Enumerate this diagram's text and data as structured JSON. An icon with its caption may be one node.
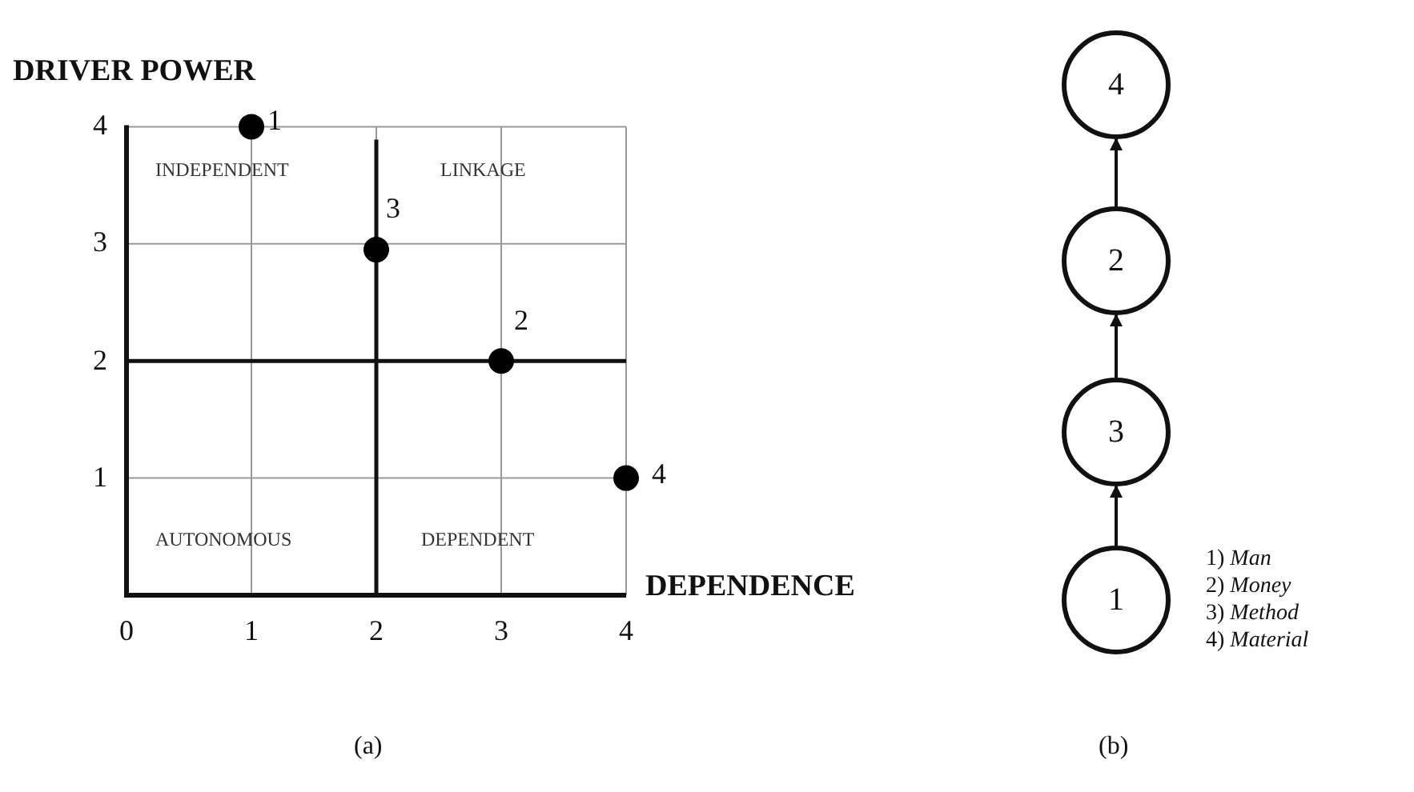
{
  "diagram": {
    "nodes": [
      {
        "text": [
          "4"
        ]
      },
      {
        "text": [
          "2"
        ]
      },
      {
        "text": [
          "3"
        ]
      },
      {
        "text": [
          "1"
        ]
      }
    ],
    "edges": [
      {
        "from": 3,
        "to": 2,
        "arrow": "to"
      },
      {
        "from": 2,
        "to": 1,
        "arrow": "to"
      },
      {
        "from": 1,
        "to": 0,
        "arrow": "to"
      }
    ],
    "labels": [
      "1) *Man*",
      "2) *Money*",
      "3) *Method*",
      "4) *Material*",
      "(a)",
      "(b)"
    ],
    "chart_data": {
      "type": "scatter",
      "xlabel": "DEPENDENCE",
      "ylabel": "DRIVER POWER",
      "x": [
        1,
        3,
        2,
        4
      ],
      "values": [
        4,
        2,
        2.95,
        1
      ],
      "xlim": [
        0,
        4
      ],
      "ylim": [
        0,
        4
      ],
      "xticks": [
        0,
        1,
        2,
        3,
        4
      ],
      "yticks": [
        1,
        2,
        3,
        4
      ],
      "annotations": [
        {
          "x": 1,
          "y": 4,
          "text": "1"
        },
        "INDEPENDENT",
        "LINKAGE",
        {
          "x": 2,
          "y": 2.95,
          "text": "3"
        },
        {
          "x": 3,
          "y": 2,
          "text": "2"
        },
        {
          "x": 4,
          "y": 1,
          "text": "4"
        },
        "AUTONOMOUS",
        "DEPENDENT"
      ],
      "grid": true
    }
  }
}
